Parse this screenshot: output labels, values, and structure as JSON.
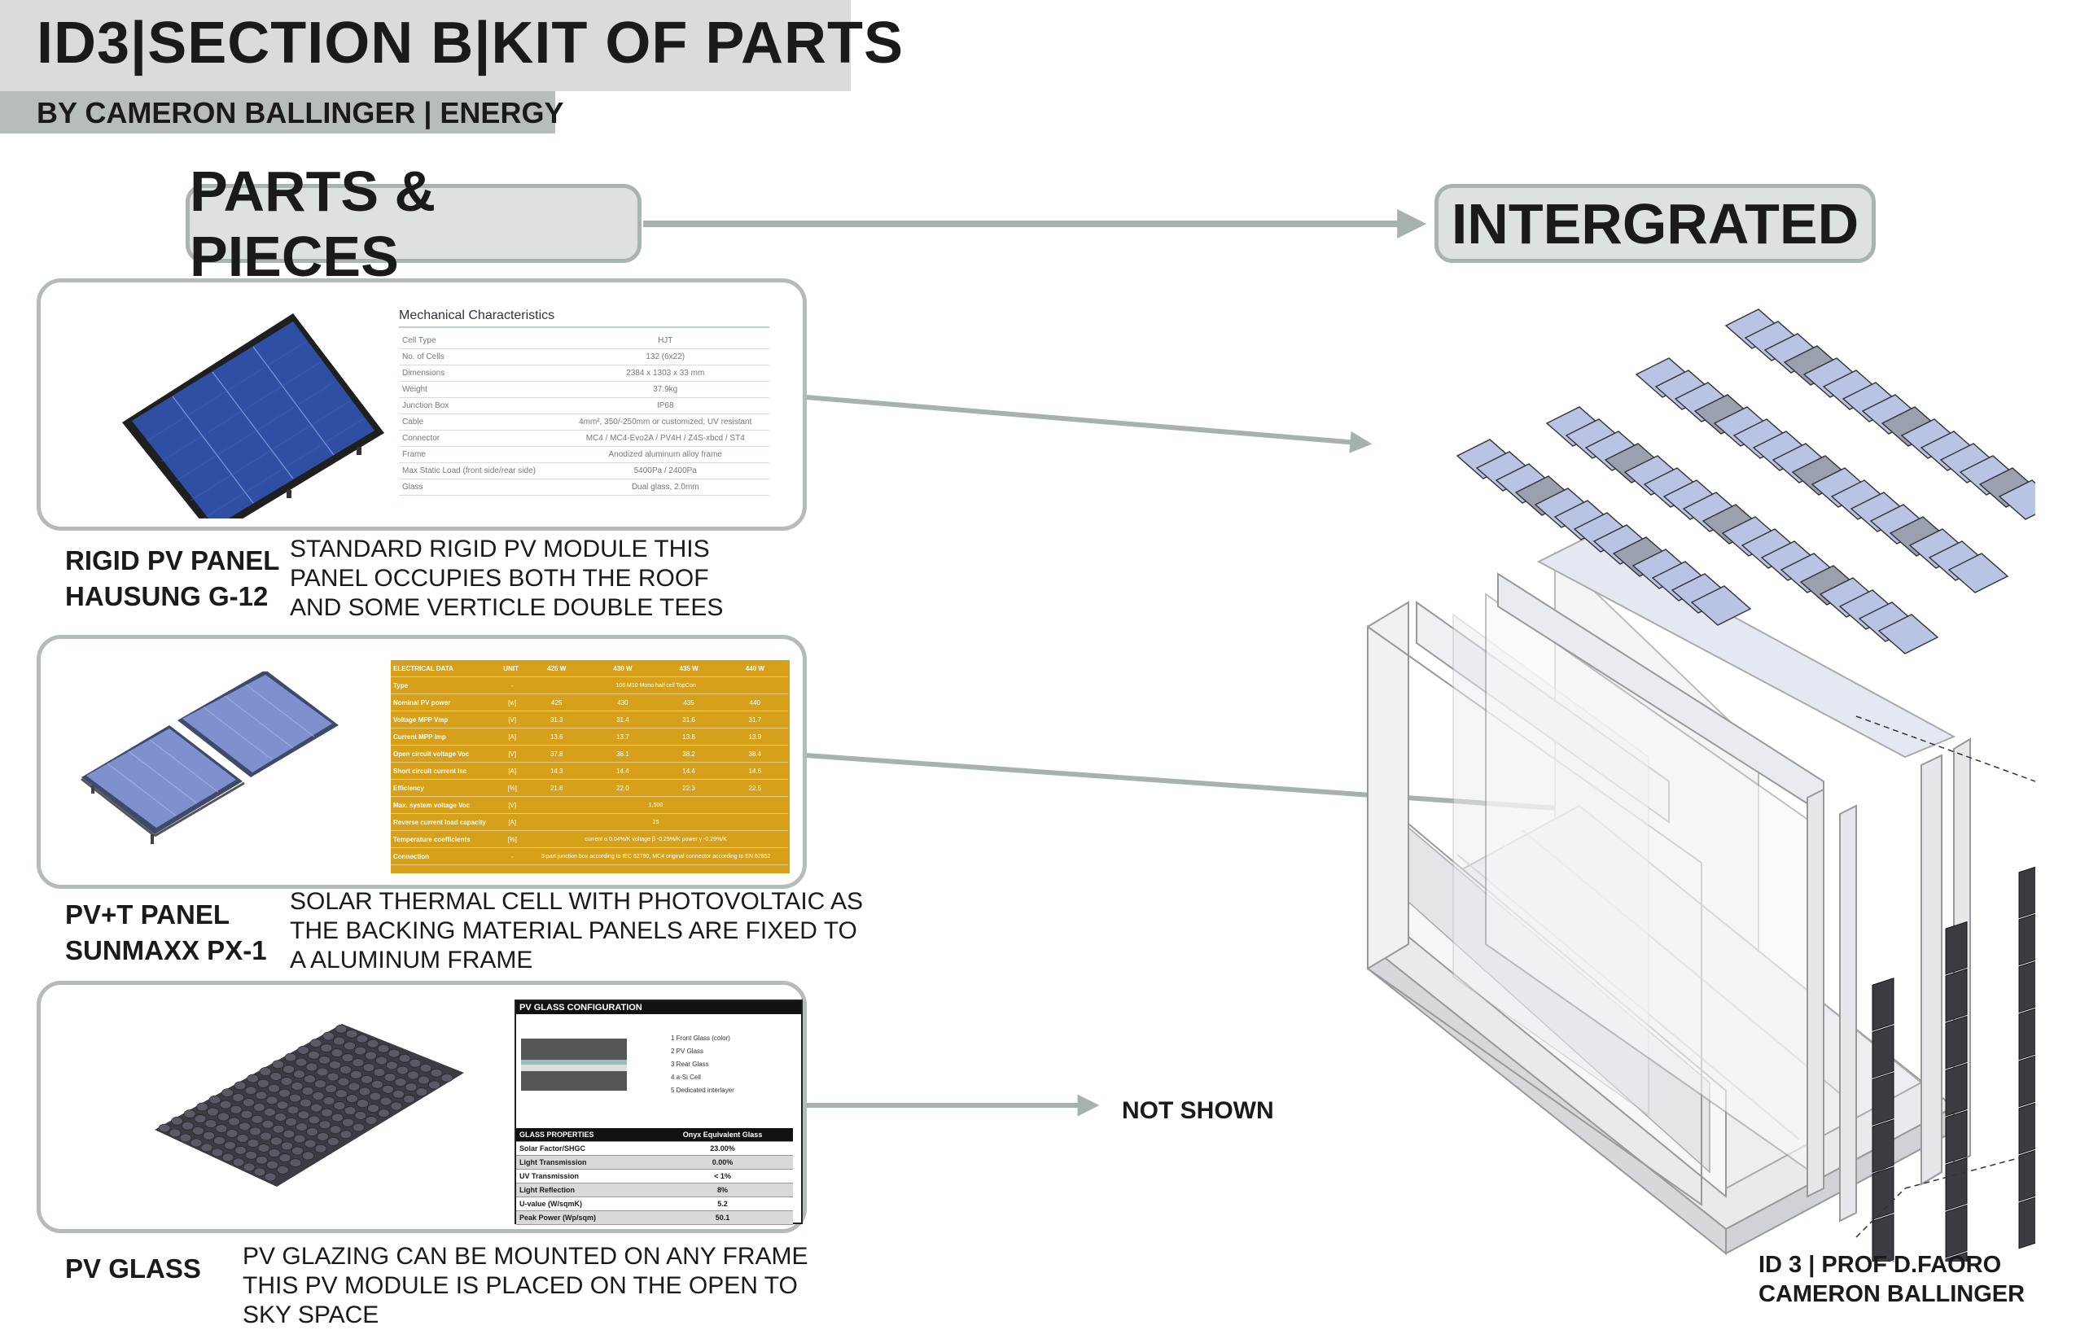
{
  "header": {
    "title": "ID3|SECTION B|KIT OF PARTS",
    "subtitle": "BY CAMERON BALLINGER | ENERGY"
  },
  "labels": {
    "parts": "PARTS & PIECES",
    "integrated": "INTERGRATED",
    "not_shown": "NOT SHOWN"
  },
  "parts": [
    {
      "name_lines": [
        "RIGID PV PANEL",
        "HAUSUNG G-12"
      ],
      "description_lines": [
        "STANDARD RIGID PV MODULE THIS",
        "PANEL OCCUPIES BOTH THE ROOF",
        "AND SOME VERTICLE DOUBLE TEES"
      ]
    },
    {
      "name_lines": [
        "PV+T PANEL",
        "SUNMAXX PX-1"
      ],
      "description_lines": [
        "SOLAR THERMAL CELL WITH PHOTOVOLTAIC AS",
        "THE BACKING MATERIAL PANELS ARE FIXED TO",
        "A ALUMINUM FRAME"
      ]
    },
    {
      "name_lines": [
        "PV GLASS"
      ],
      "description_lines": [
        "PV GLAZING CAN BE MOUNTED ON ANY FRAME",
        "THIS PV MODULE IS PLACED ON THE OPEN TO",
        "SKY SPACE"
      ]
    }
  ],
  "mechanical": {
    "title": "Mechanical Characteristics",
    "rows": [
      [
        "Cell Type",
        "HJT"
      ],
      [
        "No. of Cells",
        "132 (6x22)"
      ],
      [
        "Dimensions",
        "2384 x 1303 x 33 mm"
      ],
      [
        "Weight",
        "37.9kg"
      ],
      [
        "Junction Box",
        "IP68"
      ],
      [
        "Cable",
        "4mm², 350/-250mm or customized; UV resistant"
      ],
      [
        "Connector",
        "MC4 / MC4-Evo2A / PV4H / Z4S-xbcd / ST4"
      ],
      [
        "Frame",
        "Anodized aluminum alloy frame"
      ],
      [
        "Max Static Load (front side/rear side)",
        "5400Pa / 2400Pa"
      ],
      [
        "Glass",
        "Dual glass, 2.0mm"
      ]
    ]
  },
  "electrical": {
    "header": [
      "ELECTRICAL DATA",
      "UNIT",
      "425 W",
      "430 W",
      "435 W",
      "440 W"
    ],
    "rows": [
      [
        "Type",
        "-",
        "108 M10 Mono half cell TopCon",
        "",
        "",
        ""
      ],
      [
        "Nominal PV power",
        "[w]",
        "425",
        "430",
        "435",
        "440"
      ],
      [
        "Voltage MPP Vmp",
        "[V]",
        "31.3",
        "31.4",
        "31.6",
        "31.7"
      ],
      [
        "Current MPP Imp",
        "[A]",
        "13.6",
        "13.7",
        "13.8",
        "13.9"
      ],
      [
        "Open circuit voltage Voc",
        "[V]",
        "37.8",
        "38.1",
        "38.2",
        "38.4"
      ],
      [
        "Short circuit current Isc",
        "[A]",
        "14.3",
        "14.4",
        "14.4",
        "14.6"
      ],
      [
        "Efficiency",
        "[%]",
        "21.8",
        "22.0",
        "22.3",
        "22.5"
      ],
      [
        "Max. system voltage Voc",
        "[V]",
        "1,500",
        "",
        "",
        ""
      ],
      [
        "Reverse current load capacity",
        "[A]",
        "25",
        "",
        "",
        ""
      ],
      [
        "Temperature coefficients",
        "[%]",
        "current α 0.04%/K voltage β -0.25%/K power γ -0.29%/K",
        "",
        "",
        ""
      ],
      [
        "Connection",
        "-",
        "3-part junction box according to IEC 62790, MC4 original connector according to EN 62852",
        "",
        "",
        ""
      ]
    ]
  },
  "pv_glass": {
    "config_title": "PV GLASS CONFIGURATION",
    "layers": [
      "1 Front Glass (color)",
      "2 PV Glass",
      "3 Rear Glass",
      "4 a-Si Cell",
      "5 Dedicated interlayer"
    ],
    "props_title": "GLASS PROPERTIES",
    "props_col": "Onyx Equivalent Glass",
    "props": [
      [
        "Solar Factor/SHGC",
        "23.00%"
      ],
      [
        "Light Transmission",
        "0.00%"
      ],
      [
        "UV Transmission",
        "< 1%"
      ],
      [
        "Light Reflection",
        "8%"
      ],
      [
        "U-value (W/sqmK)",
        "5.2"
      ],
      [
        "Peak Power (Wp/sqm)",
        "50.1"
      ]
    ]
  },
  "credits": {
    "line1": "ID 3 | PROF D.FAORO",
    "line2": "CAMERON BALLINGER"
  },
  "colors": {
    "title_bar": "#d9dcdb",
    "sub_bar": "#b6bdbb",
    "panel_border": "#b3bcba",
    "arrow": "#a6b2b0",
    "spec_gold": "#d6a01b",
    "pv_blue": "#2a4aa0"
  }
}
